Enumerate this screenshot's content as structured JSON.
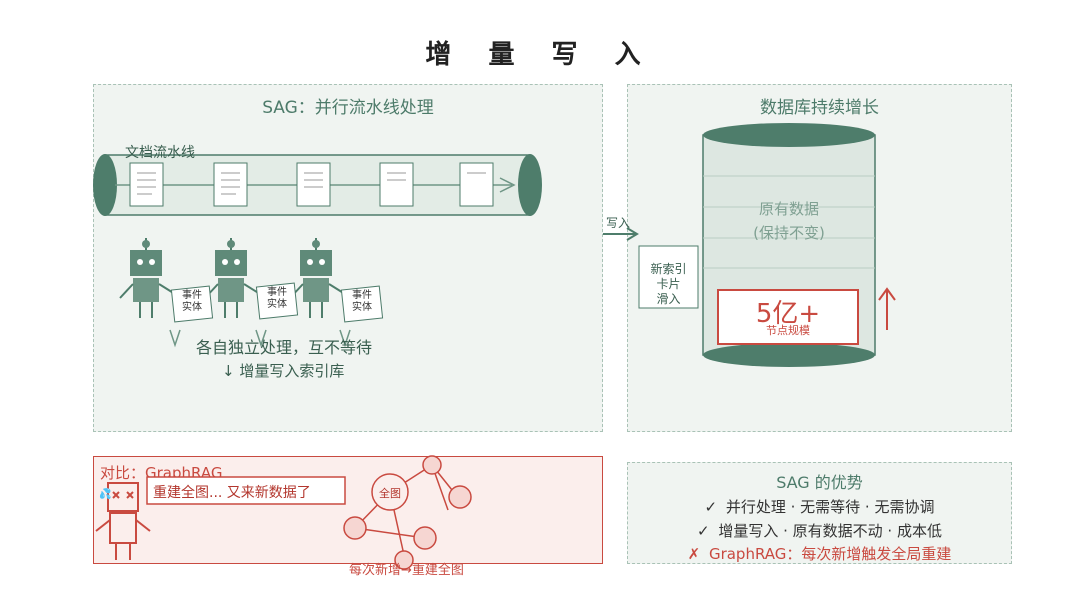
{
  "title": "增 量 写 入",
  "left_panel": {
    "heading": "SAG：并行流水线处理",
    "pipe_label": "文档流水线",
    "card_label_line1": "事件",
    "card_label_line2": "实体",
    "note_line1": "各自独立处理，互不等待",
    "note_line2": "↓ 增量写入索引库"
  },
  "right_panel": {
    "heading": "数据库持续增长",
    "write_label": "写入",
    "new_card_line1": "新索引",
    "new_card_line2": "卡片",
    "new_card_line3": "滑入",
    "existing_line1": "原有数据",
    "existing_line2": "(保持不变)",
    "big_number": "5亿+",
    "big_caption": "节点规模"
  },
  "compare_panel": {
    "heading": "对比：GraphRAG",
    "speech": "重建全图... 又来新数据了",
    "node_label": "全图",
    "footer": "每次新增→重建全图"
  },
  "advantages": {
    "heading": "SAG 的优势",
    "items": [
      {
        "mark": "✓",
        "text": "并行处理 · 无需等待 · 无需协调"
      },
      {
        "mark": "✓",
        "text": "增量写入 · 原有数据不动 · 成本低"
      },
      {
        "mark": "✗",
        "text": "GraphRAG：每次新增触发全局重建"
      }
    ]
  },
  "colors": {
    "primary_green": "#3f6e5d",
    "panel_bg": "#f0f4f1",
    "accent_red": "#c94a40"
  }
}
